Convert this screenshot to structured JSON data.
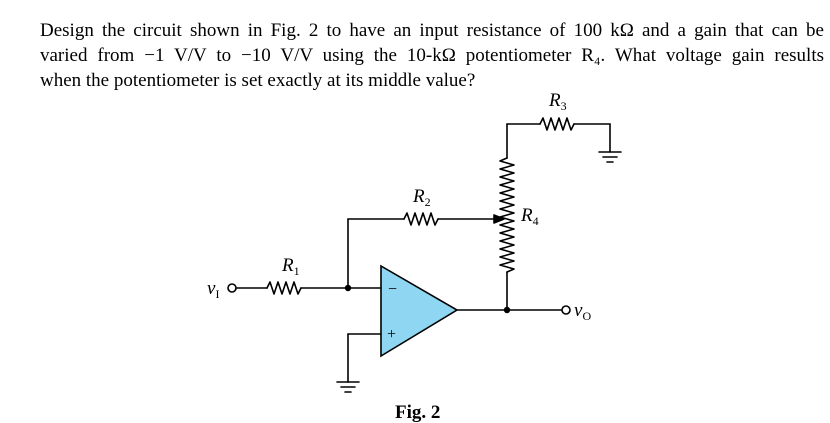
{
  "problem": {
    "line1": "Design the circuit shown in Fig. 2 to have an input resistance of 100 kΩ and a gain that can be",
    "line2": "varied from −1 V/V to −10 V/V using the 10-kΩ potentiometer R₄. What voltage gain results",
    "line3": "when the potentiometer is set exactly at its middle value?"
  },
  "diagram": {
    "r1_label": "R",
    "r1_sub": "1",
    "r2_label": "R",
    "r2_sub": "2",
    "r3_label": "R",
    "r3_sub": "3",
    "r4_label": "R",
    "r4_sub": "4",
    "input_label": "v",
    "input_sub": "I",
    "output_label": "v",
    "output_sub": "O",
    "minus_sign": "−",
    "plus_sign": "+",
    "caption": "Fig. 2",
    "opamp_fill": "#8fd6f2"
  }
}
